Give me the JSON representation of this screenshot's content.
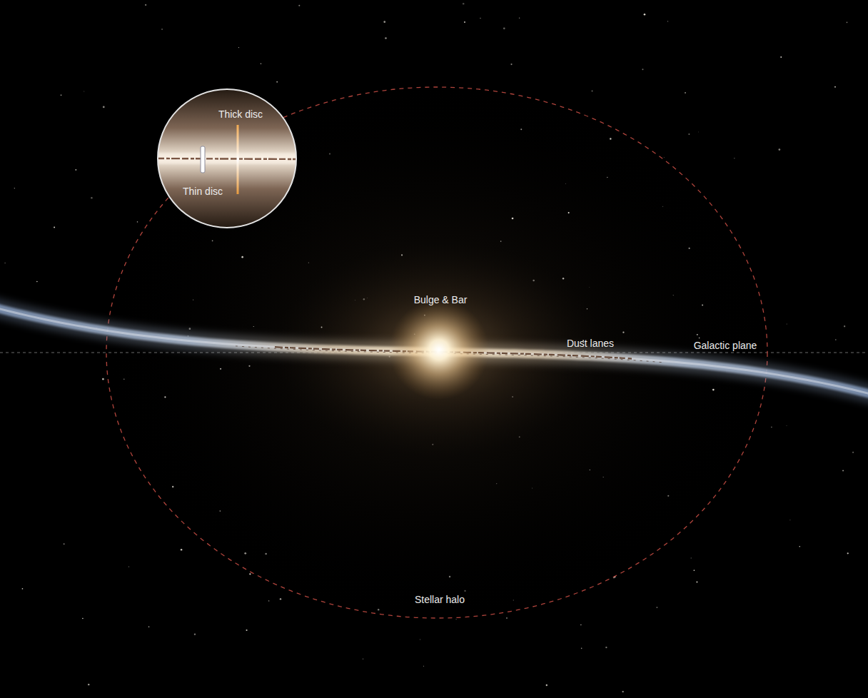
{
  "diagram": {
    "labels": [
      "Thick disc",
      "Thin disc",
      "Bulge & Bar",
      "Dust lanes",
      "Galactic plane",
      "Stellar halo"
    ]
  }
}
